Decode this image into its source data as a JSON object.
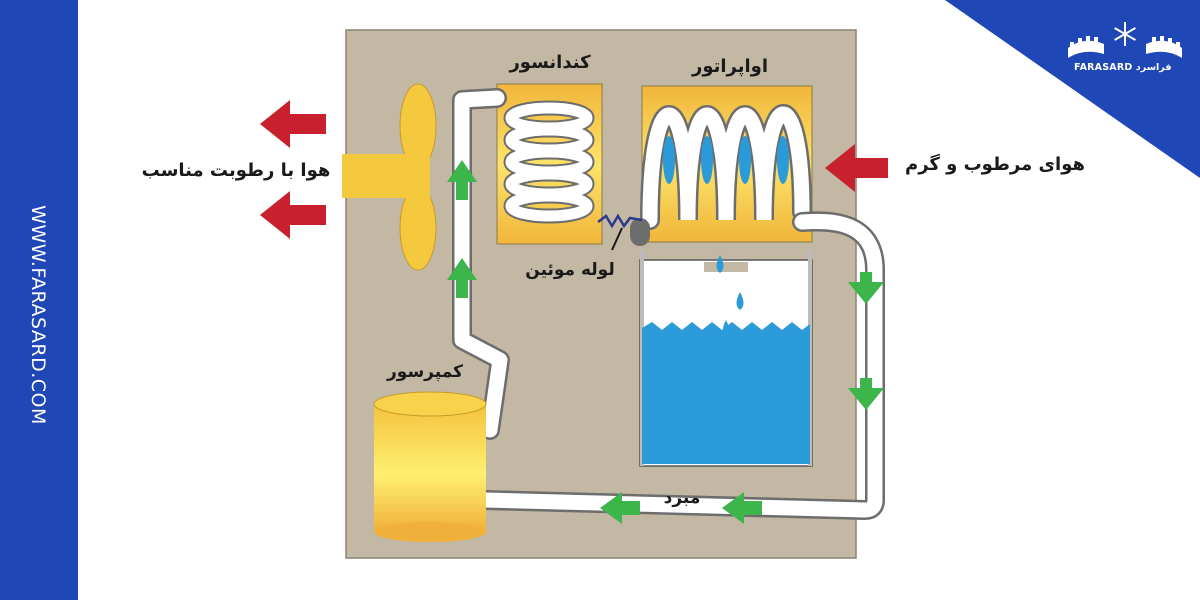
{
  "branding": {
    "website": "WWW.FARASARD.COM",
    "logo_text": "FARASARD فراسرد"
  },
  "labels": {
    "condenser": "کندانسور",
    "evaporator": "اواپراتور",
    "outlet_air": "هوا با رطوبت مناسب",
    "inlet_air": "هوای مرطوب و گرم",
    "capillary_tube": "لوله موئین",
    "compressor": "کمپرسور",
    "refrigerant": "مبرد"
  },
  "colors": {
    "brand_blue": "#1f47b5",
    "cabinet": "#c2b8a3",
    "component_yellow": "#f7d24a",
    "water_blue": "#2a9ad8",
    "flow_green": "#3cb54a",
    "air_red": "#c8202f",
    "pipe": "#ffffff"
  }
}
